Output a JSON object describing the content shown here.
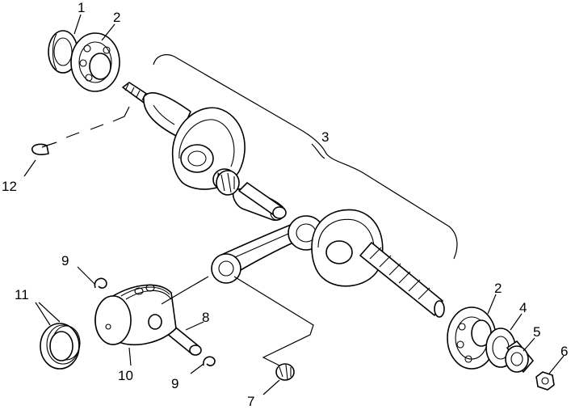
{
  "callouts": {
    "c1": "1",
    "c2a": "2",
    "c2b": "2",
    "c3": "3",
    "c4": "4",
    "c5": "5",
    "c6": "6",
    "c7": "7",
    "c8": "8",
    "c9a": "9",
    "c9b": "9",
    "c10": "10",
    "c11": "11",
    "c12": "12"
  },
  "colors": {
    "ink": "#000000",
    "paper": "#ffffff"
  }
}
